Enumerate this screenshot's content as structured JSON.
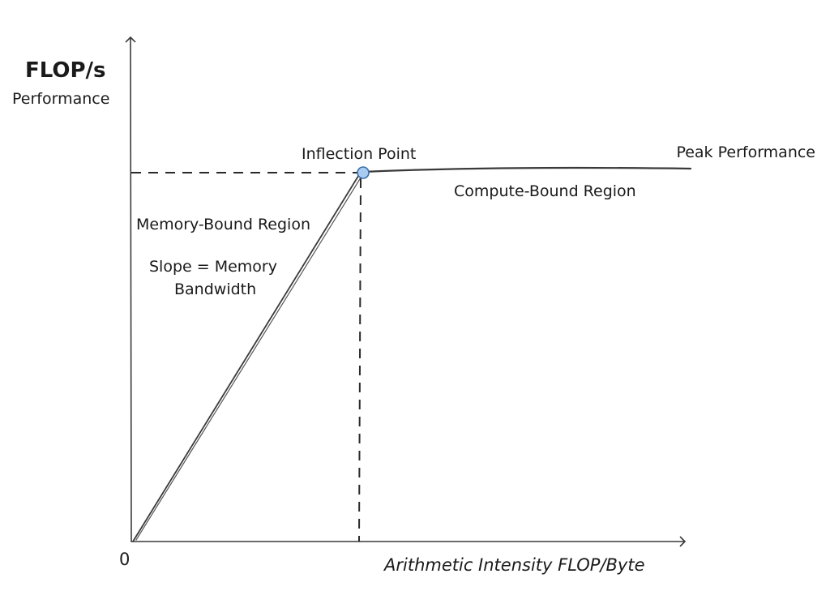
{
  "diagram": {
    "y_axis_label": "FLOP/s",
    "y_axis_sublabel": "Performance",
    "x_axis_label": "Arithmetic Intensity FLOP/Byte",
    "origin_label": "0",
    "inflection_label": "Inflection Point",
    "peak_label": "Peak Performance",
    "compute_region_label": "Compute-Bound Region",
    "memory_region_label": "Memory-Bound Region",
    "slope_label_line1": "Slope = Memory",
    "slope_label_line2": "Bandwidth",
    "colors": {
      "inflection_point_fill": "#a9cdf2",
      "inflection_point_stroke": "#3b6ea8",
      "line": "#3a3a3a"
    }
  }
}
